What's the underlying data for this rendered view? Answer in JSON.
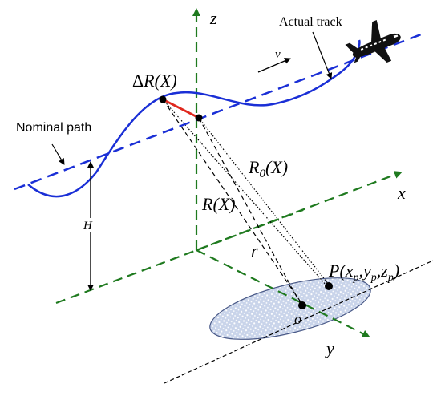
{
  "labels": {
    "z_axis": "z",
    "x_axis": "x",
    "y_axis": "y",
    "velocity": "v",
    "actual_track": "Actual track",
    "nominal_path": "Nominal path",
    "delta_r_prefix": "Δ",
    "delta_r_main": "R(X)",
    "r0_main": "R",
    "r0_sub": "0",
    "r0_rest": "(X)",
    "rx": "R(X)",
    "r_small": "r",
    "h_label": "H",
    "origin": "o",
    "p_open": "P(x",
    "p_sub1": "p",
    "p_comma1": ",y",
    "p_sub2": "p",
    "p_comma2": ",z",
    "p_sub3": "p",
    "p_close": ")"
  },
  "colors": {
    "axis_green": "#1f7a1f",
    "track_blue": "#1a2fd6",
    "delta_red": "#e0281e",
    "ellipse_fill": "#c7d3ea",
    "ellipse_stroke": "#4a5a88"
  },
  "icons": {
    "aircraft": "airplane-icon"
  }
}
